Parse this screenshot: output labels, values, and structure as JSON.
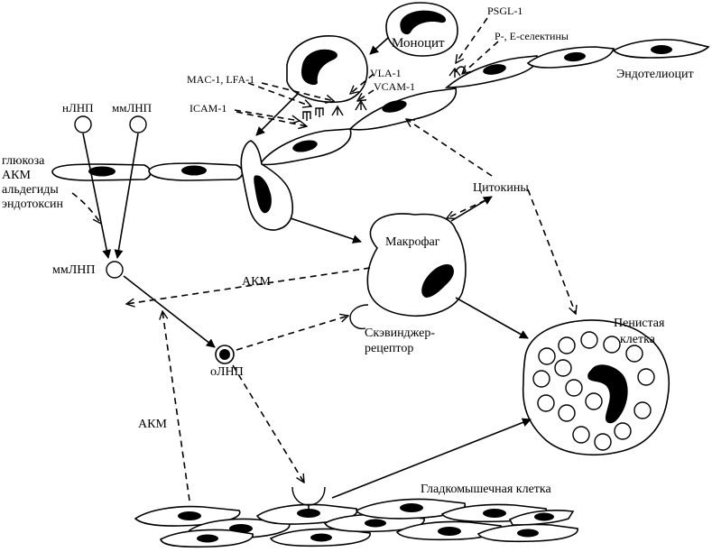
{
  "labels": {
    "psgl": "PSGL-1",
    "selectins": "P-, E-селектины",
    "monocyte": "Моноцит",
    "endotheliocyte": "Эндотелиоцит",
    "mac_lfa": "MAC-1, LFA-1",
    "vla": "VLA-1",
    "vcam": "VCAM-1",
    "icam": "ICAM-1",
    "nldl": "нЛНП",
    "mmldl_top": "ммЛНП",
    "glucose": "глюкоза",
    "akm_left": "АКМ",
    "aldehydes": "альдегиды",
    "endotoxin": "эндотоксин",
    "cytokines": "Цитокины",
    "macrophage": "Макрофаг",
    "mmldl": "ммЛНП",
    "akm_mid": "АКМ",
    "scavenger_1": "Скэвинджер-",
    "scavenger_2": "рецептор",
    "foam_1": "Пенистая",
    "foam_2": "клетка",
    "oldl": "оЛНП",
    "akm_bottom": "АКМ",
    "smooth_muscle": "Гладкомышечная клетка"
  }
}
